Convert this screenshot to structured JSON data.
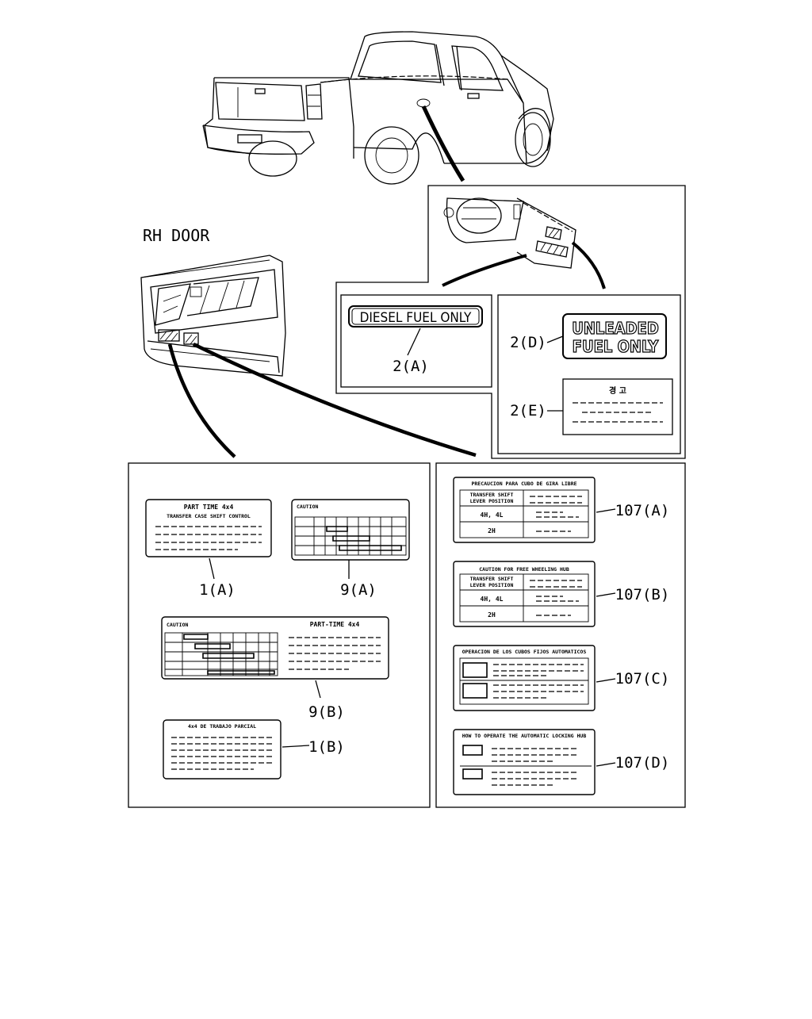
{
  "rh_door_label": "RH DOOR",
  "callouts": {
    "c1a": "1(A)",
    "c1b": "1(B)",
    "c9a": "9(A)",
    "c9b": "9(B)",
    "c2a": "2(A)",
    "c2d": "2(D)",
    "c2e": "2(E)",
    "c107a": "107(A)",
    "c107b": "107(B)",
    "c107c": "107(C)",
    "c107d": "107(D)"
  },
  "labels": {
    "diesel": "DIESEL FUEL ONLY",
    "unleaded_1": "UNLEADED",
    "unleaded_2": "FUEL ONLY",
    "korean_title": "경 고",
    "l1a_title": "PART TIME 4x4",
    "l1a_sub": "TRANSFER CASE SHIFT CONTROL",
    "l9a_title": "CAUTION",
    "l9b_title": "CAUTION",
    "l9b_right": "PART-TIME 4x4",
    "l1b_title": "4x4 DE TRABAJO PARCIAL",
    "l107a_title": "PRECAUCION PARA CUBO DE GIRA LIBRE",
    "l107a_h1": "TRANSFER SHIFT",
    "l107a_h2": "LEVER POSITION",
    "l107a_r1": "4H, 4L",
    "l107a_r2": "2H",
    "l107b_title": "CAUTION FOR FREE WHEELING HUB",
    "l107b_h1": "TRANSFER SHIFT",
    "l107b_h2": "LEVER POSITION",
    "l107b_r1": "4H, 4L",
    "l107b_r2": "2H",
    "l107c_title": "OPERACION DE LOS CUBOS FIJOS AUTOMATICOS",
    "l107d_title": "HOW TO OPERATE THE AUTOMATIC LOCKING HUB"
  }
}
